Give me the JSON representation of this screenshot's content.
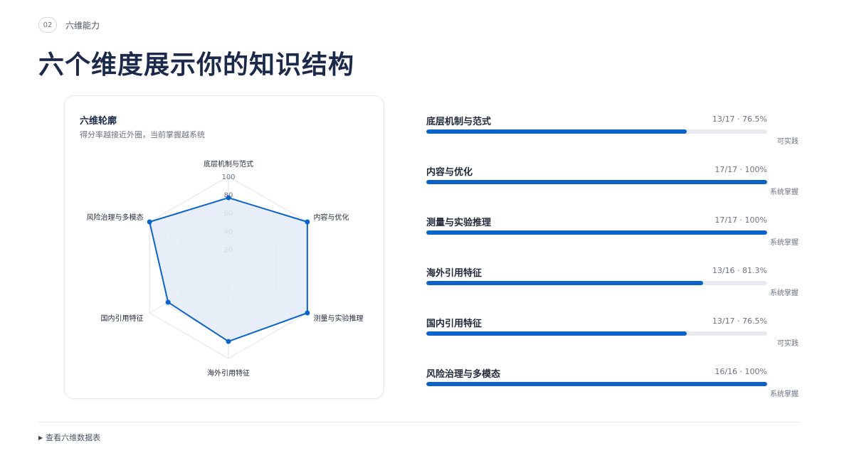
{
  "section": {
    "number": "02",
    "label": "六维能力"
  },
  "page_title": "六个维度展示你的知识结构",
  "radar_card": {
    "title": "六维轮廓",
    "subtitle": "得分率越接近外圈，当前掌握越系统"
  },
  "colors": {
    "accent": "#0b63c9",
    "fill": "#e4ebf7",
    "grid": "#dfe2e8",
    "title": "#1b2a4a"
  },
  "toggle": {
    "icon": "triangle-right-icon",
    "label": "查看六维数据表"
  },
  "chart_data": [
    {
      "type": "radar",
      "axes": [
        "底层机制与范式",
        "内容与优化",
        "测量与实验推理",
        "海外引用特征",
        "国内引用特征",
        "风险治理与多模态"
      ],
      "rlim": [
        0,
        100
      ],
      "ticks": [
        "20",
        "40",
        "60",
        "80",
        "100"
      ],
      "tick_values": [
        20,
        40,
        60,
        80,
        100
      ],
      "values": [
        76.5,
        100,
        100,
        81.3,
        76.5,
        100
      ]
    },
    {
      "type": "bar",
      "orientation": "horizontal",
      "categories": [
        "底层机制与范式",
        "内容与优化",
        "测量与实验推理",
        "海外引用特征",
        "国内引用特征",
        "风险治理与多模态"
      ],
      "values": [
        76.5,
        100,
        100,
        81.3,
        76.5,
        100
      ],
      "xlim": [
        0,
        100
      ],
      "stats": [
        "13/17 · 76.5%",
        "17/17 · 100%",
        "17/17 · 100%",
        "13/16 · 81.3%",
        "13/17 · 76.5%",
        "16/16 · 100%"
      ],
      "levels": [
        "可实践",
        "系统掌握",
        "系统掌握",
        "系统掌握",
        "可实践",
        "系统掌握"
      ]
    }
  ]
}
